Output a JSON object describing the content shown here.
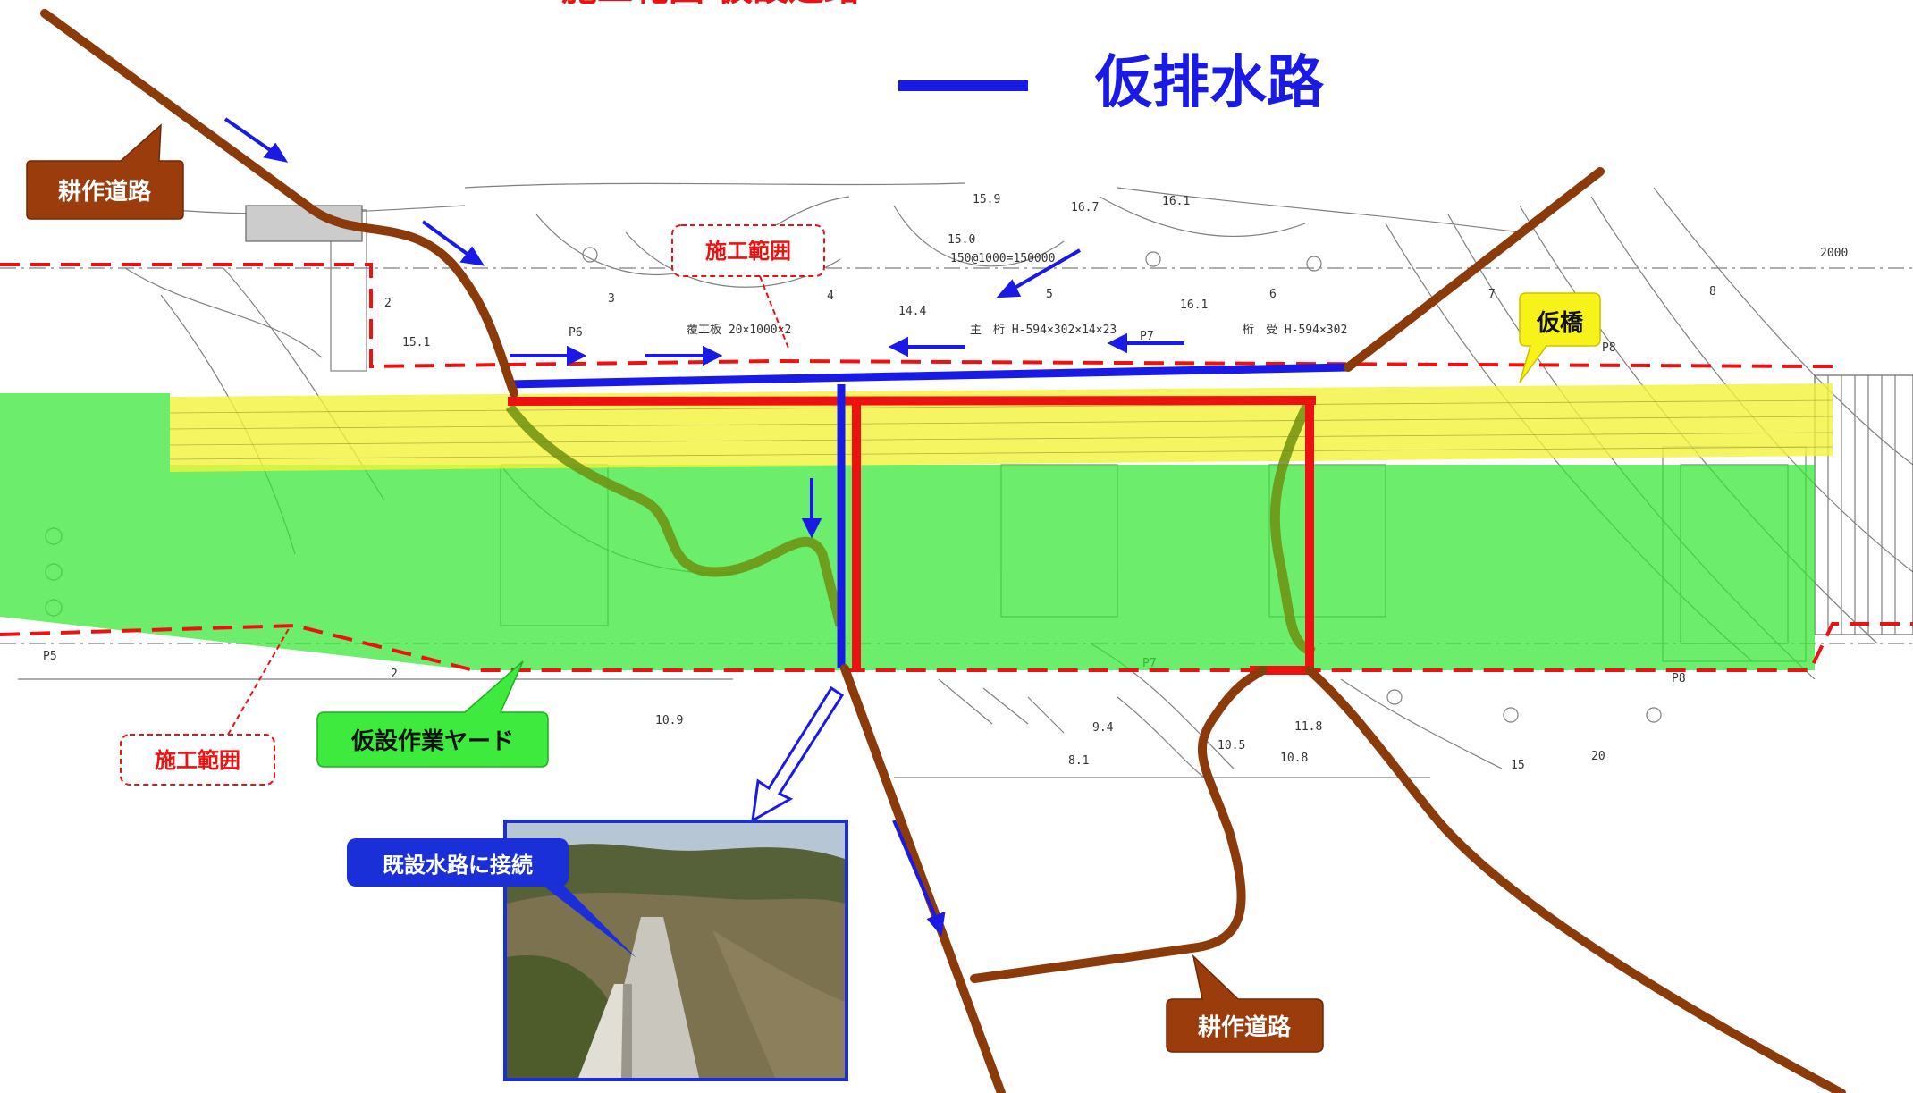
{
  "legend": {
    "top_cut_text": "施工範囲        仮設道路",
    "drain_label": "仮排水路"
  },
  "labels": {
    "farm_road_top": "耕作道路",
    "farm_road_bottom": "耕作道路",
    "construction_range_top": "施工範囲",
    "construction_range_bottom": "施工範囲",
    "temp_bridge": "仮橋",
    "work_yard": "仮設作業ヤード",
    "connect_existing": "既設水路に接続"
  },
  "plan_text": {
    "sections": [
      "2",
      "3",
      "4",
      "5",
      "6",
      "7",
      "8",
      "2",
      "P5",
      "P6",
      "P7",
      "P8",
      "P7",
      "P8"
    ],
    "elev": [
      "15.9",
      "15.0",
      "16.7",
      "14.4",
      "16.1",
      "16.1",
      "15.1",
      "10.9",
      "10.5",
      "10.8",
      "11.8",
      "9.4",
      "8.1",
      "15",
      "20"
    ],
    "dims_top": "150@1000=150000",
    "dims_2000": "2000",
    "cover_plate": "覆工板 20×1000×2",
    "main_girder": "主　桁 H-594×302×14×23",
    "bearing": "桁　受 H-594×302"
  },
  "colors": {
    "farm_road": "#8b3a0a",
    "drain": "#1a1ae6",
    "temp_road": "#ee1111",
    "range_line": "#ee1111",
    "yard_fill": "#33e833",
    "bridge_fill": "#f3f33a",
    "callout_road": "#9a3c0c",
    "callout_bridge": "#f7f21a",
    "callout_yard": "#3dea3d",
    "callout_connect": "#1a2fd8"
  }
}
